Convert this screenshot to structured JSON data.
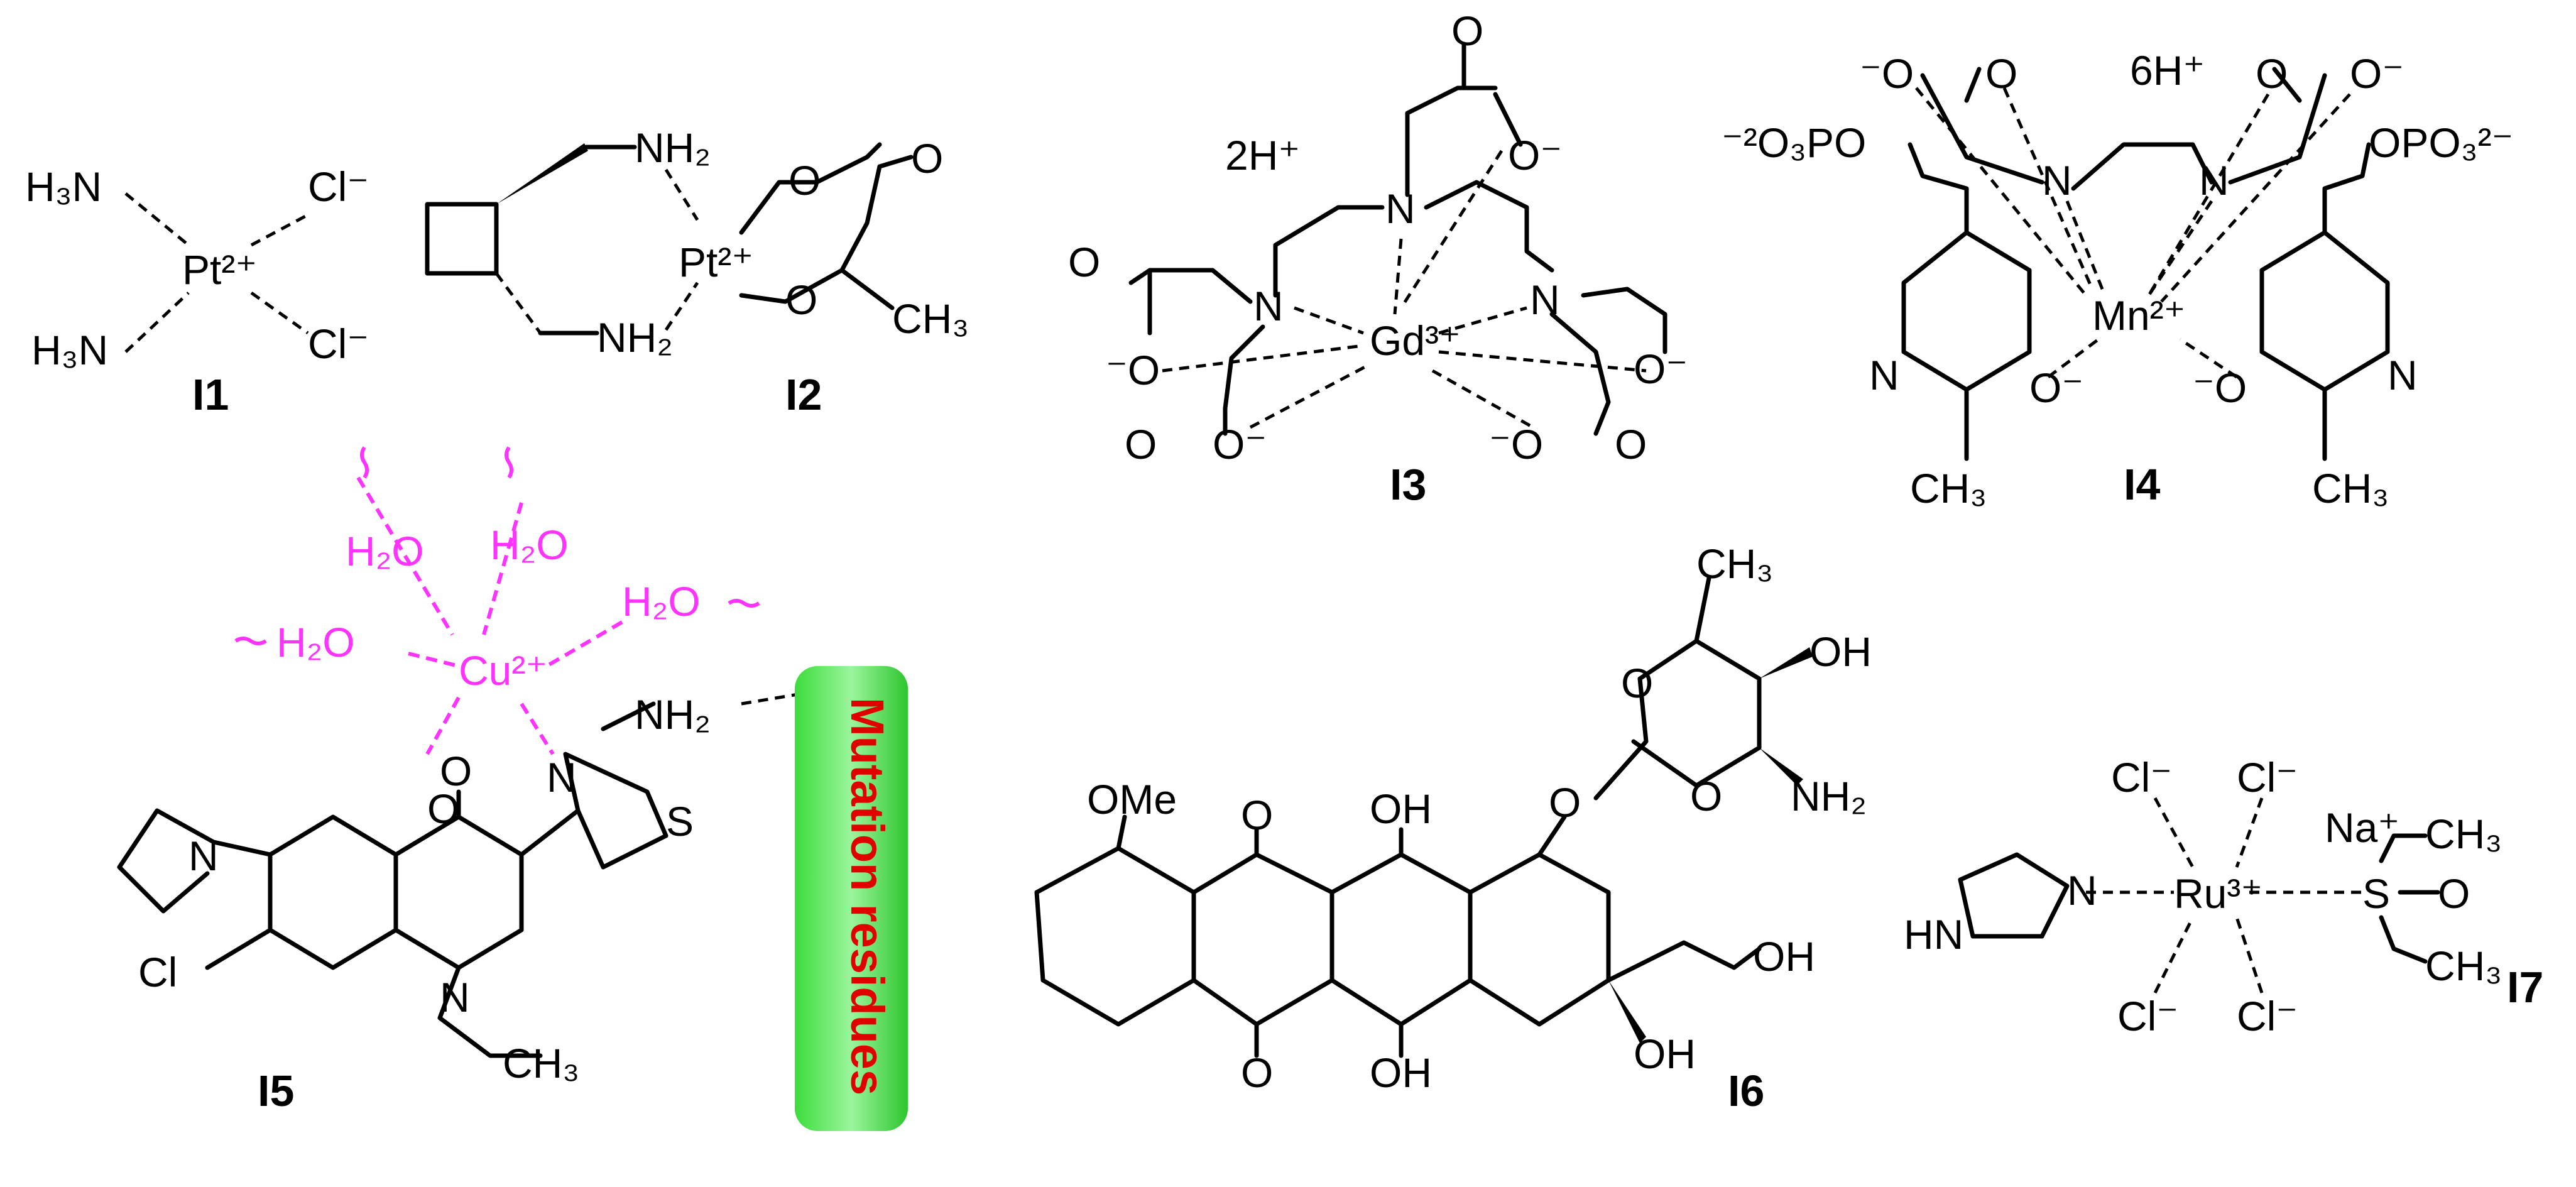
{
  "colors": {
    "text": "#000000",
    "accent": "#ff33ff",
    "residue_text": "#e00000",
    "box_top": "#3ddc3d",
    "box_bottom": "#2ec52e"
  },
  "compounds": [
    {
      "id": "I1",
      "label": "I1"
    },
    {
      "id": "I2",
      "label": "I2"
    },
    {
      "id": "I3",
      "label": "I3",
      "counter_ion": "2H⁺"
    },
    {
      "id": "I4",
      "label": "I4",
      "counter_ion": "6H⁺"
    },
    {
      "id": "I5",
      "label": "I5",
      "box_text": "Mutation residues"
    },
    {
      "id": "I6",
      "label": "I6"
    },
    {
      "id": "I7",
      "label": "I7"
    }
  ],
  "atoms": {
    "h3n": "H₃N",
    "cl_minus": "Cl⁻",
    "pt2": "Pt²⁺",
    "nh2": "NH₂",
    "o": "O",
    "ch3": "CH₃",
    "n": "N",
    "gd3": "Gd³⁺",
    "o_minus": "O⁻",
    "minus_o": "⁻O",
    "mn2": "Mn²⁺",
    "opo3": "OPO₃²⁻",
    "o3po": "⁻²O₃PO",
    "cu2": "Cu²⁺",
    "h2o": "H₂O",
    "s": "S",
    "cl": "Cl",
    "ome": "OMe",
    "oh": "OH",
    "hn": "HN",
    "ru3": "Ru³⁺",
    "na": "Na⁺"
  }
}
